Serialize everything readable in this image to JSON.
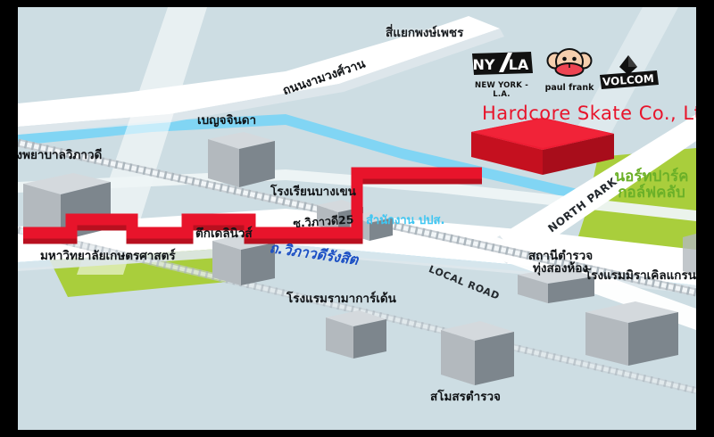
{
  "map": {
    "title": "Hardcore Skate Co., Ltd.",
    "frame_color": "#000000",
    "background_color": "#cdddE3",
    "land_color": "#cdddE3",
    "road_color": "#ffffff",
    "water_color": "#7bd4f5",
    "park_color": "#a9ce3c",
    "highlight_color": "#e8142b",
    "building_color": "#b9bfc4"
  },
  "brands": [
    {
      "id": "nyla",
      "name": "NY / LA",
      "caption": "NEW YORK - L.A."
    },
    {
      "id": "paulfrank",
      "name": "Julius",
      "caption": "paul frank"
    },
    {
      "id": "volcom",
      "name": "Volcom",
      "caption": "VOLCOM"
    }
  ],
  "roads": [
    {
      "id": "ngam-wong-wan",
      "label": "ถนนงามวงศ์วาน",
      "style": "dark"
    },
    {
      "id": "vibhavadi",
      "label": "ถ.วิภาวดีรังสิต",
      "style": "blue"
    },
    {
      "id": "soi-vibhavadi-25",
      "label": "ซ.วิภาวดี25",
      "style": "dark"
    },
    {
      "id": "north-park",
      "label": "NORTH PARK",
      "style": "road"
    },
    {
      "id": "local-road",
      "label": "LOCAL ROAD",
      "style": "road"
    }
  ],
  "junction": {
    "id": "phongphet",
    "label": "สี่แยกพงษ์เพชร"
  },
  "places": [
    {
      "id": "vibhavadi-hospital",
      "label": "โรงพยาบาลวิภาวดี",
      "style": "dark"
    },
    {
      "id": "benjachinda",
      "label": "เบญจจินดา",
      "style": "dark"
    },
    {
      "id": "bangkhen-school",
      "label": "โรงเรียนบางเขน",
      "style": "dark"
    },
    {
      "id": "kasetsart-university",
      "label": "มหาวิทยาลัยเกษตรศาสตร์",
      "style": "dark"
    },
    {
      "id": "daily-news-building",
      "label": "ตึกเดลินิวส์",
      "style": "dark"
    },
    {
      "id": "oncb-office",
      "label": "สำนักงาน ปปส.",
      "style": "cyan"
    },
    {
      "id": "rama-gardens-hotel",
      "label": "โรงแรมรามาการ์เด้น",
      "style": "dark"
    },
    {
      "id": "thung-song-hong-police",
      "label": "สถานีตำรวจ\nทุ่งสองห้อง",
      "line1": "สถานีตำรวจ",
      "line2": "ทุ่งสองห้อง",
      "style": "dark"
    },
    {
      "id": "miracle-grand-hotel",
      "label": "โรงแรมมิราเคิลแกรนด์",
      "style": "dark"
    },
    {
      "id": "police-club",
      "label": "สโมสรตำรวจ",
      "style": "dark"
    },
    {
      "id": "north-park-golf-club",
      "line1": "นอร์ทปาร์ค",
      "line2": "กอล์ฟคลับ",
      "label": "นอร์ทปาร์ค กอล์ฟคลับ",
      "style": "green"
    }
  ]
}
